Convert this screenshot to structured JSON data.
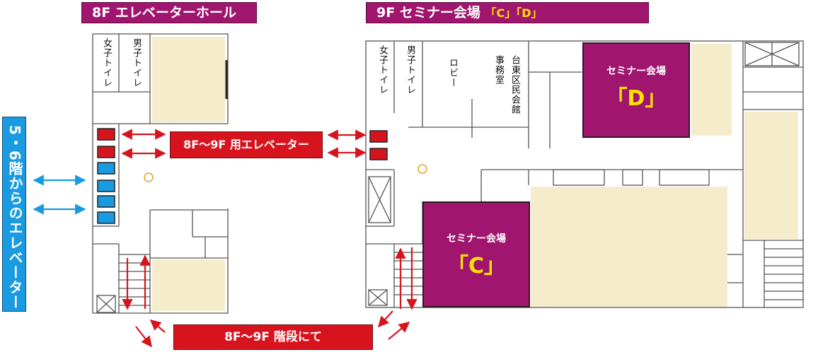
{
  "floor8": {
    "label": "8F",
    "title": "エレベーターホール",
    "womens_toilet": "女子トイレ",
    "mens_toilet": "男子トイレ"
  },
  "floor9": {
    "label": "9F",
    "title": "セミナー会場",
    "rooms_label": "「C」「D」",
    "womens_toilet": "女子トイレ",
    "mens_toilet": "男子トイレ",
    "lobby": "ロビー",
    "office": "事務室",
    "taito_hall": "台東区民会館",
    "seminar_d": {
      "title": "セミナー会場",
      "letter": "「D」"
    },
    "seminar_c": {
      "title": "セミナー会場",
      "letter": "「C」"
    }
  },
  "labels": {
    "elevator_8_9": "8F〜9F 用エレベーター",
    "stairs_8_9": "8F〜9F 階段にて",
    "elevator_5_6": "5・6階からのエレベーター"
  },
  "colors": {
    "seminar": "#a0166e",
    "accent_red": "#d7141e",
    "elevator_blue": "#1a9ae0",
    "highlight_yellow": "#ffe200",
    "area_beige": "#f5eccc"
  }
}
